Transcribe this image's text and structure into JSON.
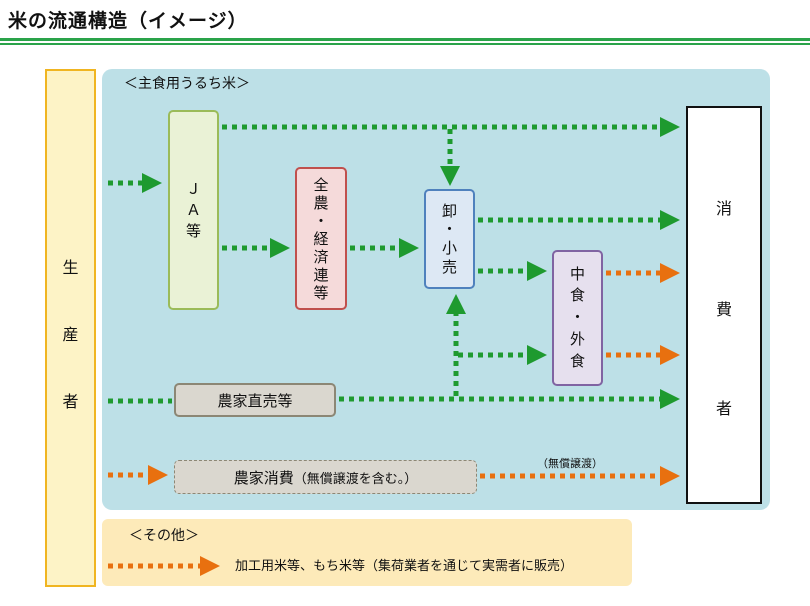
{
  "title": "米の流通構造（イメージ）",
  "producer": {
    "chars": [
      "生",
      "産",
      "者"
    ]
  },
  "main_panel": {
    "label": "＜主食用うるち米＞"
  },
  "nodes": {
    "ja": {
      "chars": [
        "Ｊ",
        "Ａ",
        "等"
      ]
    },
    "zennou": {
      "chars": [
        "全",
        "農",
        "・",
        "経",
        "済",
        "連",
        "等"
      ]
    },
    "oroshi": {
      "chars": [
        "卸",
        "・",
        "小",
        "売"
      ]
    },
    "nakashoku": {
      "chars": [
        "中",
        "食",
        "・",
        "外",
        "食"
      ]
    },
    "chokubai": {
      "label": "農家直売等"
    },
    "jishou": {
      "label": "農家消費",
      "note": "（無償譲渡を含む。）"
    },
    "consumer": {
      "chars": [
        "消",
        "費",
        "者"
      ]
    }
  },
  "muhou_label": "（無償譲渡）",
  "other_panel": {
    "label": "＜その他＞",
    "legend_text": "加工用米等、もち米等（集荷業者を通じて実需者に販売）"
  },
  "colors": {
    "green_flow": "#1e9a2f",
    "orange_flow": "#e8700f"
  }
}
